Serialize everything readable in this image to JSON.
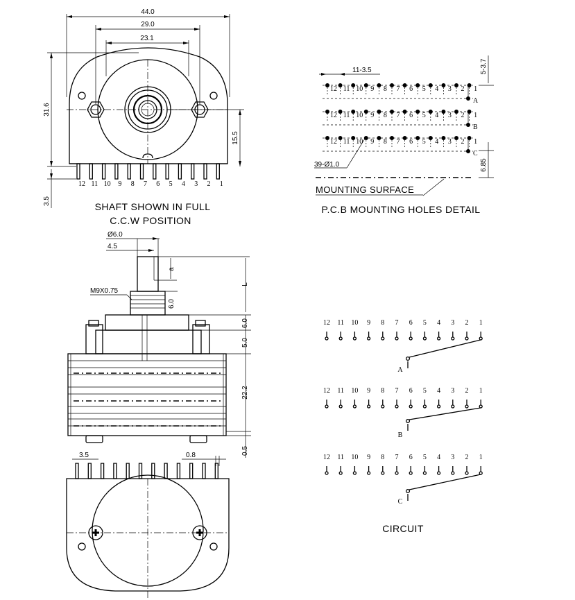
{
  "front_view": {
    "dims": {
      "width": "44.0",
      "mount_spacing": "29.0",
      "inner_width": "23.1",
      "height": "31.6",
      "center_height": "15.5",
      "pin_length": "3.5"
    },
    "pin_numbers": [
      "12",
      "11",
      "10",
      "9",
      "8",
      "7",
      "6",
      "5",
      "4",
      "3",
      "2",
      "1"
    ],
    "caption_line1": "SHAFT SHOWN IN FULL",
    "caption_line2": "C.C.W POSITION"
  },
  "pcb_detail": {
    "dims": {
      "pitch": "11-3.5",
      "row_gap": "5-3.7",
      "hole": "39-Ø1.0",
      "offset": "6.85"
    },
    "pin_numbers": [
      "12",
      "11",
      "10",
      "9",
      "8",
      "7",
      "6",
      "5",
      "4",
      "3",
      "2",
      "1"
    ],
    "row_labels": [
      "A",
      "B",
      "C"
    ],
    "mounting_surface": "MOUNTING SURFACE",
    "caption": "P.C.B MOUNTING HOLES DETAIL"
  },
  "side_view": {
    "dims": {
      "shaft_dia": "Ø6.0",
      "flat": "4.5",
      "a": "a",
      "L": "L",
      "thread": "M9X0.75",
      "bush_len": "6.0",
      "top": "6.0",
      "mid": "5.0",
      "body": "22.2",
      "bottom": "0.5"
    }
  },
  "bottom_view": {
    "dims": {
      "pitch": "3.5",
      "pin_width": "0.8"
    }
  },
  "circuit": {
    "pin_numbers": [
      "12",
      "11",
      "10",
      "9",
      "8",
      "7",
      "6",
      "5",
      "4",
      "3",
      "2",
      "1"
    ],
    "deck_labels": [
      "A",
      "B",
      "C"
    ],
    "caption": "CIRCUIT"
  }
}
